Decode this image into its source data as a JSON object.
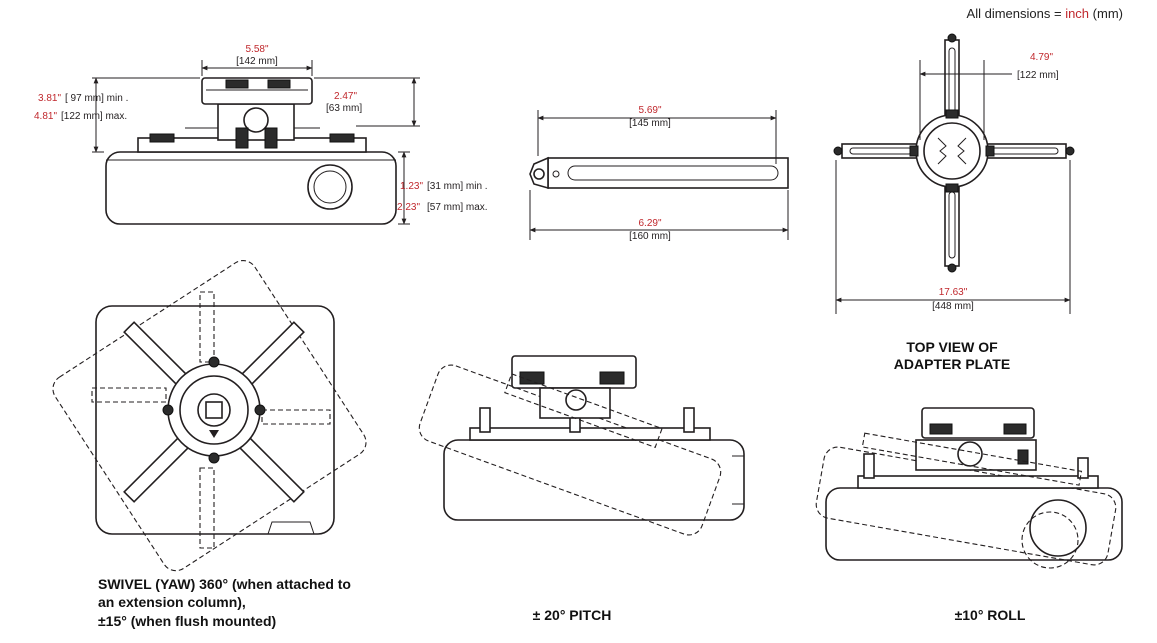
{
  "legend": {
    "prefix": "All dimensions = ",
    "unit_primary": "inch",
    "unit_secondary": "(mm)"
  },
  "front_view": {
    "width_in": "5.58\"",
    "width_mm": "[142 mm]",
    "height_min_in": "3.81\"",
    "height_min_mm": "[ 97 mm] min .",
    "height_max_in": "4.81\"",
    "height_max_mm": "[122 mm] max.",
    "adapter_in": "2.47\"",
    "adapter_mm": "[63 mm]",
    "drop_min_in": "1.23\"",
    "drop_min_mm": "[31 mm] min .",
    "drop_max_in": "2.23\"",
    "drop_max_mm": "[57 mm] max."
  },
  "arm_view": {
    "inner_in": "5.69\"",
    "inner_mm": "[145 mm]",
    "outer_in": "6.29\"",
    "outer_mm": "[160 mm]"
  },
  "top_view": {
    "arm_in": "4.79\"",
    "arm_mm": "[122 mm]",
    "span_in": "17.63\"",
    "span_mm": "[448 mm]",
    "caption_line1": "TOP VIEW OF",
    "caption_line2": "ADAPTER PLATE"
  },
  "captions": {
    "swivel_line1": "SWIVEL (YAW) 360° (when attached to",
    "swivel_line2": "an extension column),",
    "swivel_line3": "±15° (when flush mounted)",
    "pitch": "± 20° PITCH",
    "roll": "±10° ROLL"
  },
  "colors": {
    "dimension_red": "#c0282d",
    "ink": "#231f20"
  }
}
